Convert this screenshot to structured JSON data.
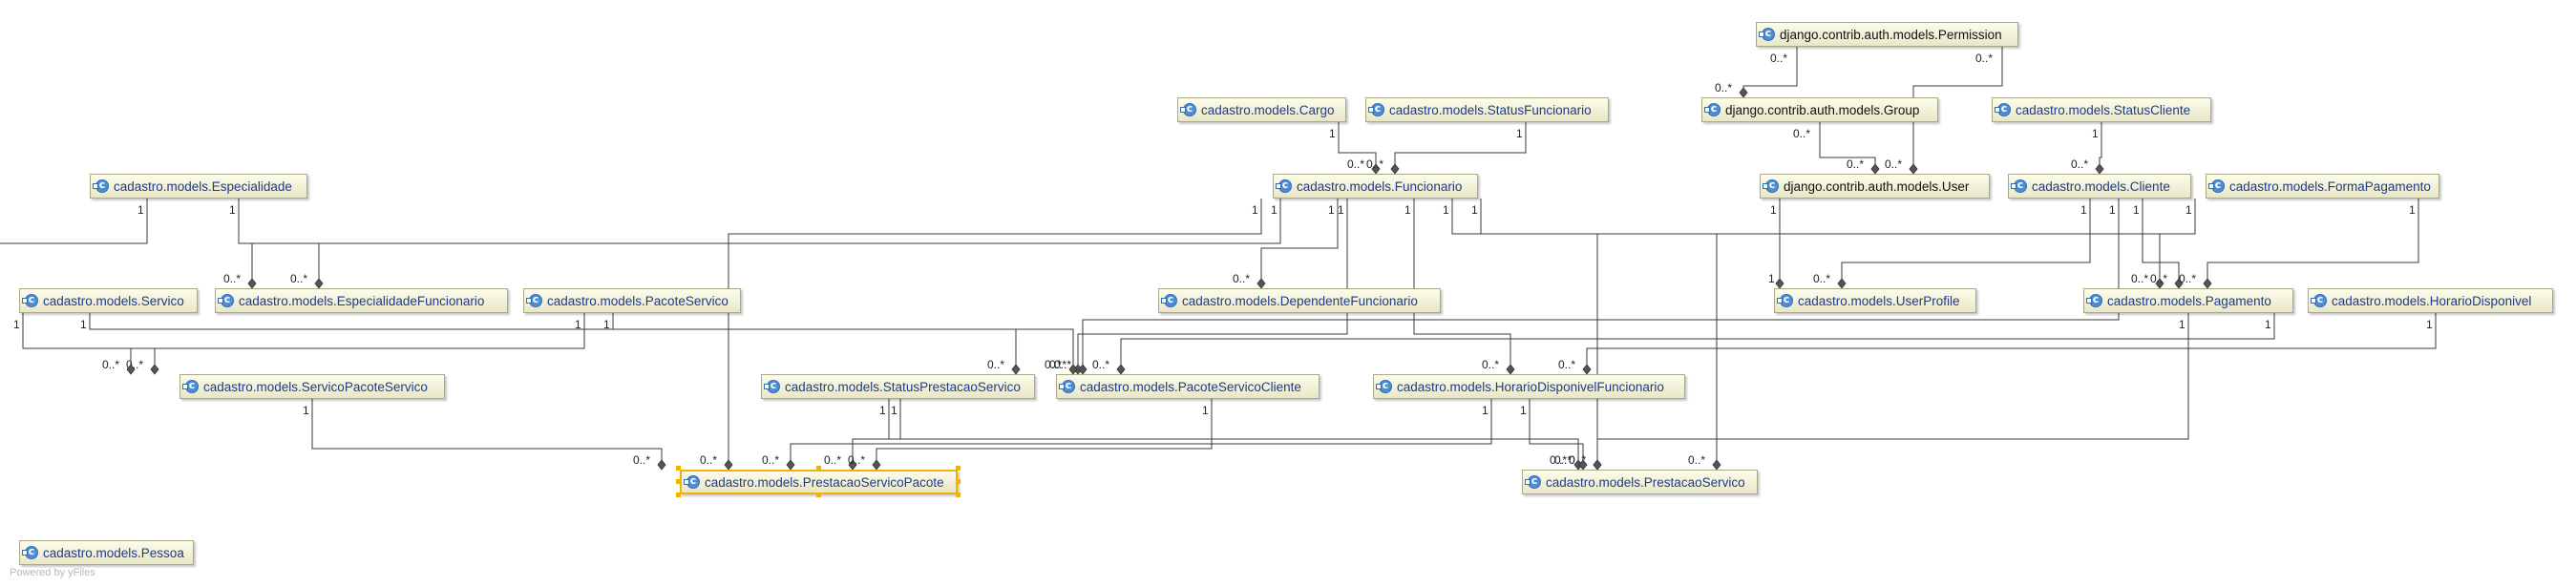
{
  "footer": "Powered by yFiles",
  "nodes": [
    {
      "id": "permission",
      "label": "django.contrib.auth.models.Permission",
      "black": true
    },
    {
      "id": "group",
      "label": "django.contrib.auth.models.Group",
      "black": true
    },
    {
      "id": "user",
      "label": "django.contrib.auth.models.User",
      "black": true
    },
    {
      "id": "cargo",
      "label": "cadastro.models.Cargo"
    },
    {
      "id": "statusfunc",
      "label": "cadastro.models.StatusFuncionario"
    },
    {
      "id": "statuscliente",
      "label": "cadastro.models.StatusCliente"
    },
    {
      "id": "especialidade",
      "label": "cadastro.models.Especialidade"
    },
    {
      "id": "funcionario",
      "label": "cadastro.models.Funcionario"
    },
    {
      "id": "cliente",
      "label": "cadastro.models.Cliente"
    },
    {
      "id": "formapag",
      "label": "cadastro.models.FormaPagamento"
    },
    {
      "id": "servico",
      "label": "cadastro.models.Servico"
    },
    {
      "id": "espfunc",
      "label": "cadastro.models.EspecialidadeFuncionario"
    },
    {
      "id": "pacoteservico",
      "label": "cadastro.models.PacoteServico"
    },
    {
      "id": "dependente",
      "label": "cadastro.models.DependenteFuncionario"
    },
    {
      "id": "userprofile",
      "label": "cadastro.models.UserProfile"
    },
    {
      "id": "pagamento",
      "label": "cadastro.models.Pagamento"
    },
    {
      "id": "horariodisp",
      "label": "cadastro.models.HorarioDisponivel"
    },
    {
      "id": "servpacserv",
      "label": "cadastro.models.ServicoPacoteServico"
    },
    {
      "id": "statusprest",
      "label": "cadastro.models.StatusPrestacaoServico"
    },
    {
      "id": "pacservcli",
      "label": "cadastro.models.PacoteServicoCliente"
    },
    {
      "id": "hdfunc",
      "label": "cadastro.models.HorarioDisponivelFuncionario"
    },
    {
      "id": "prestspac",
      "label": "cadastro.models.PrestacaoServicoPacote",
      "selected": true
    },
    {
      "id": "prestserv",
      "label": "cadastro.models.PrestacaoServico"
    },
    {
      "id": "pessoa",
      "label": "cadastro.models.Pessoa"
    }
  ],
  "edges": [
    {
      "from": "permission",
      "to": "group",
      "src": "0..*",
      "dst": "0..*"
    },
    {
      "from": "permission",
      "to": "user",
      "src": "0..*",
      "dst": "0..*"
    },
    {
      "from": "group",
      "to": "user",
      "src": "0..*",
      "dst": "0..*"
    },
    {
      "from": "cargo",
      "to": "funcionario",
      "src": "1",
      "dst": "0..*"
    },
    {
      "from": "statusfunc",
      "to": "funcionario",
      "src": "1",
      "dst": "0..*"
    },
    {
      "from": "statuscliente",
      "to": "cliente",
      "src": "1",
      "dst": "0..*"
    },
    {
      "from": "especialidade",
      "to": "servico",
      "src": "1",
      "dst": "0..*"
    },
    {
      "from": "especialidade",
      "to": "espfunc",
      "src": "1",
      "dst": "0..*"
    },
    {
      "from": "funcionario",
      "to": "espfunc",
      "src": "1",
      "dst": "0..*"
    },
    {
      "from": "funcionario",
      "to": "dependente",
      "src": "1",
      "dst": "0..*"
    },
    {
      "from": "funcionario",
      "to": "pacservcli",
      "src": "1",
      "dst": "0..*"
    },
    {
      "from": "funcionario",
      "to": "hdfunc",
      "src": "1",
      "dst": "0..*"
    },
    {
      "from": "funcionario",
      "to": "prestspac",
      "src": "1",
      "dst": "0..*"
    },
    {
      "from": "funcionario",
      "to": "prestserv",
      "src": "1",
      "dst": "0..*"
    },
    {
      "from": "funcionario",
      "to": "pagamento",
      "src": "1",
      "dst": "0..*"
    },
    {
      "from": "user",
      "to": "userprofile",
      "src": "1",
      "dst": "1"
    },
    {
      "from": "cliente",
      "to": "userprofile",
      "src": "1",
      "dst": "0..*"
    },
    {
      "from": "cliente",
      "to": "pacservcli",
      "src": "1",
      "dst": "0..*"
    },
    {
      "from": "cliente",
      "to": "pagamento",
      "src": "1",
      "dst": "0..*"
    },
    {
      "from": "cliente",
      "to": "prestserv",
      "src": "1",
      "dst": "0..*"
    },
    {
      "from": "formapag",
      "to": "pagamento",
      "src": "1",
      "dst": "0..*"
    },
    {
      "from": "servico",
      "to": "servpacserv",
      "src": "1",
      "dst": "0..*"
    },
    {
      "from": "servico",
      "to": "pacservcli",
      "src": "1",
      "dst": "0..*"
    },
    {
      "from": "pacoteservico",
      "to": "servpacserv",
      "src": "1",
      "dst": "0..*"
    },
    {
      "from": "pacoteservico",
      "to": "pacservcli",
      "src": "1",
      "dst": "0..*"
    },
    {
      "from": "pagamento",
      "to": "pacservcli",
      "src": "1",
      "dst": "0..*"
    },
    {
      "from": "pagamento",
      "to": "prestserv",
      "src": "1",
      "dst": "0..*"
    },
    {
      "from": "horariodisp",
      "to": "hdfunc",
      "src": "1",
      "dst": "0..*"
    },
    {
      "from": "servpacserv",
      "to": "prestspac",
      "src": "1",
      "dst": "0..*"
    },
    {
      "from": "statusprest",
      "to": "prestspac",
      "src": "1",
      "dst": "0..*"
    },
    {
      "from": "statusprest",
      "to": "prestserv",
      "src": "1",
      "dst": "0..*"
    },
    {
      "from": "pacservcli",
      "to": "prestspac",
      "src": "1",
      "dst": "0..*"
    },
    {
      "from": "hdfunc",
      "to": "prestspac",
      "src": "1",
      "dst": "0..*"
    },
    {
      "from": "hdfunc",
      "to": "prestserv",
      "src": "1",
      "dst": "0..*"
    }
  ]
}
